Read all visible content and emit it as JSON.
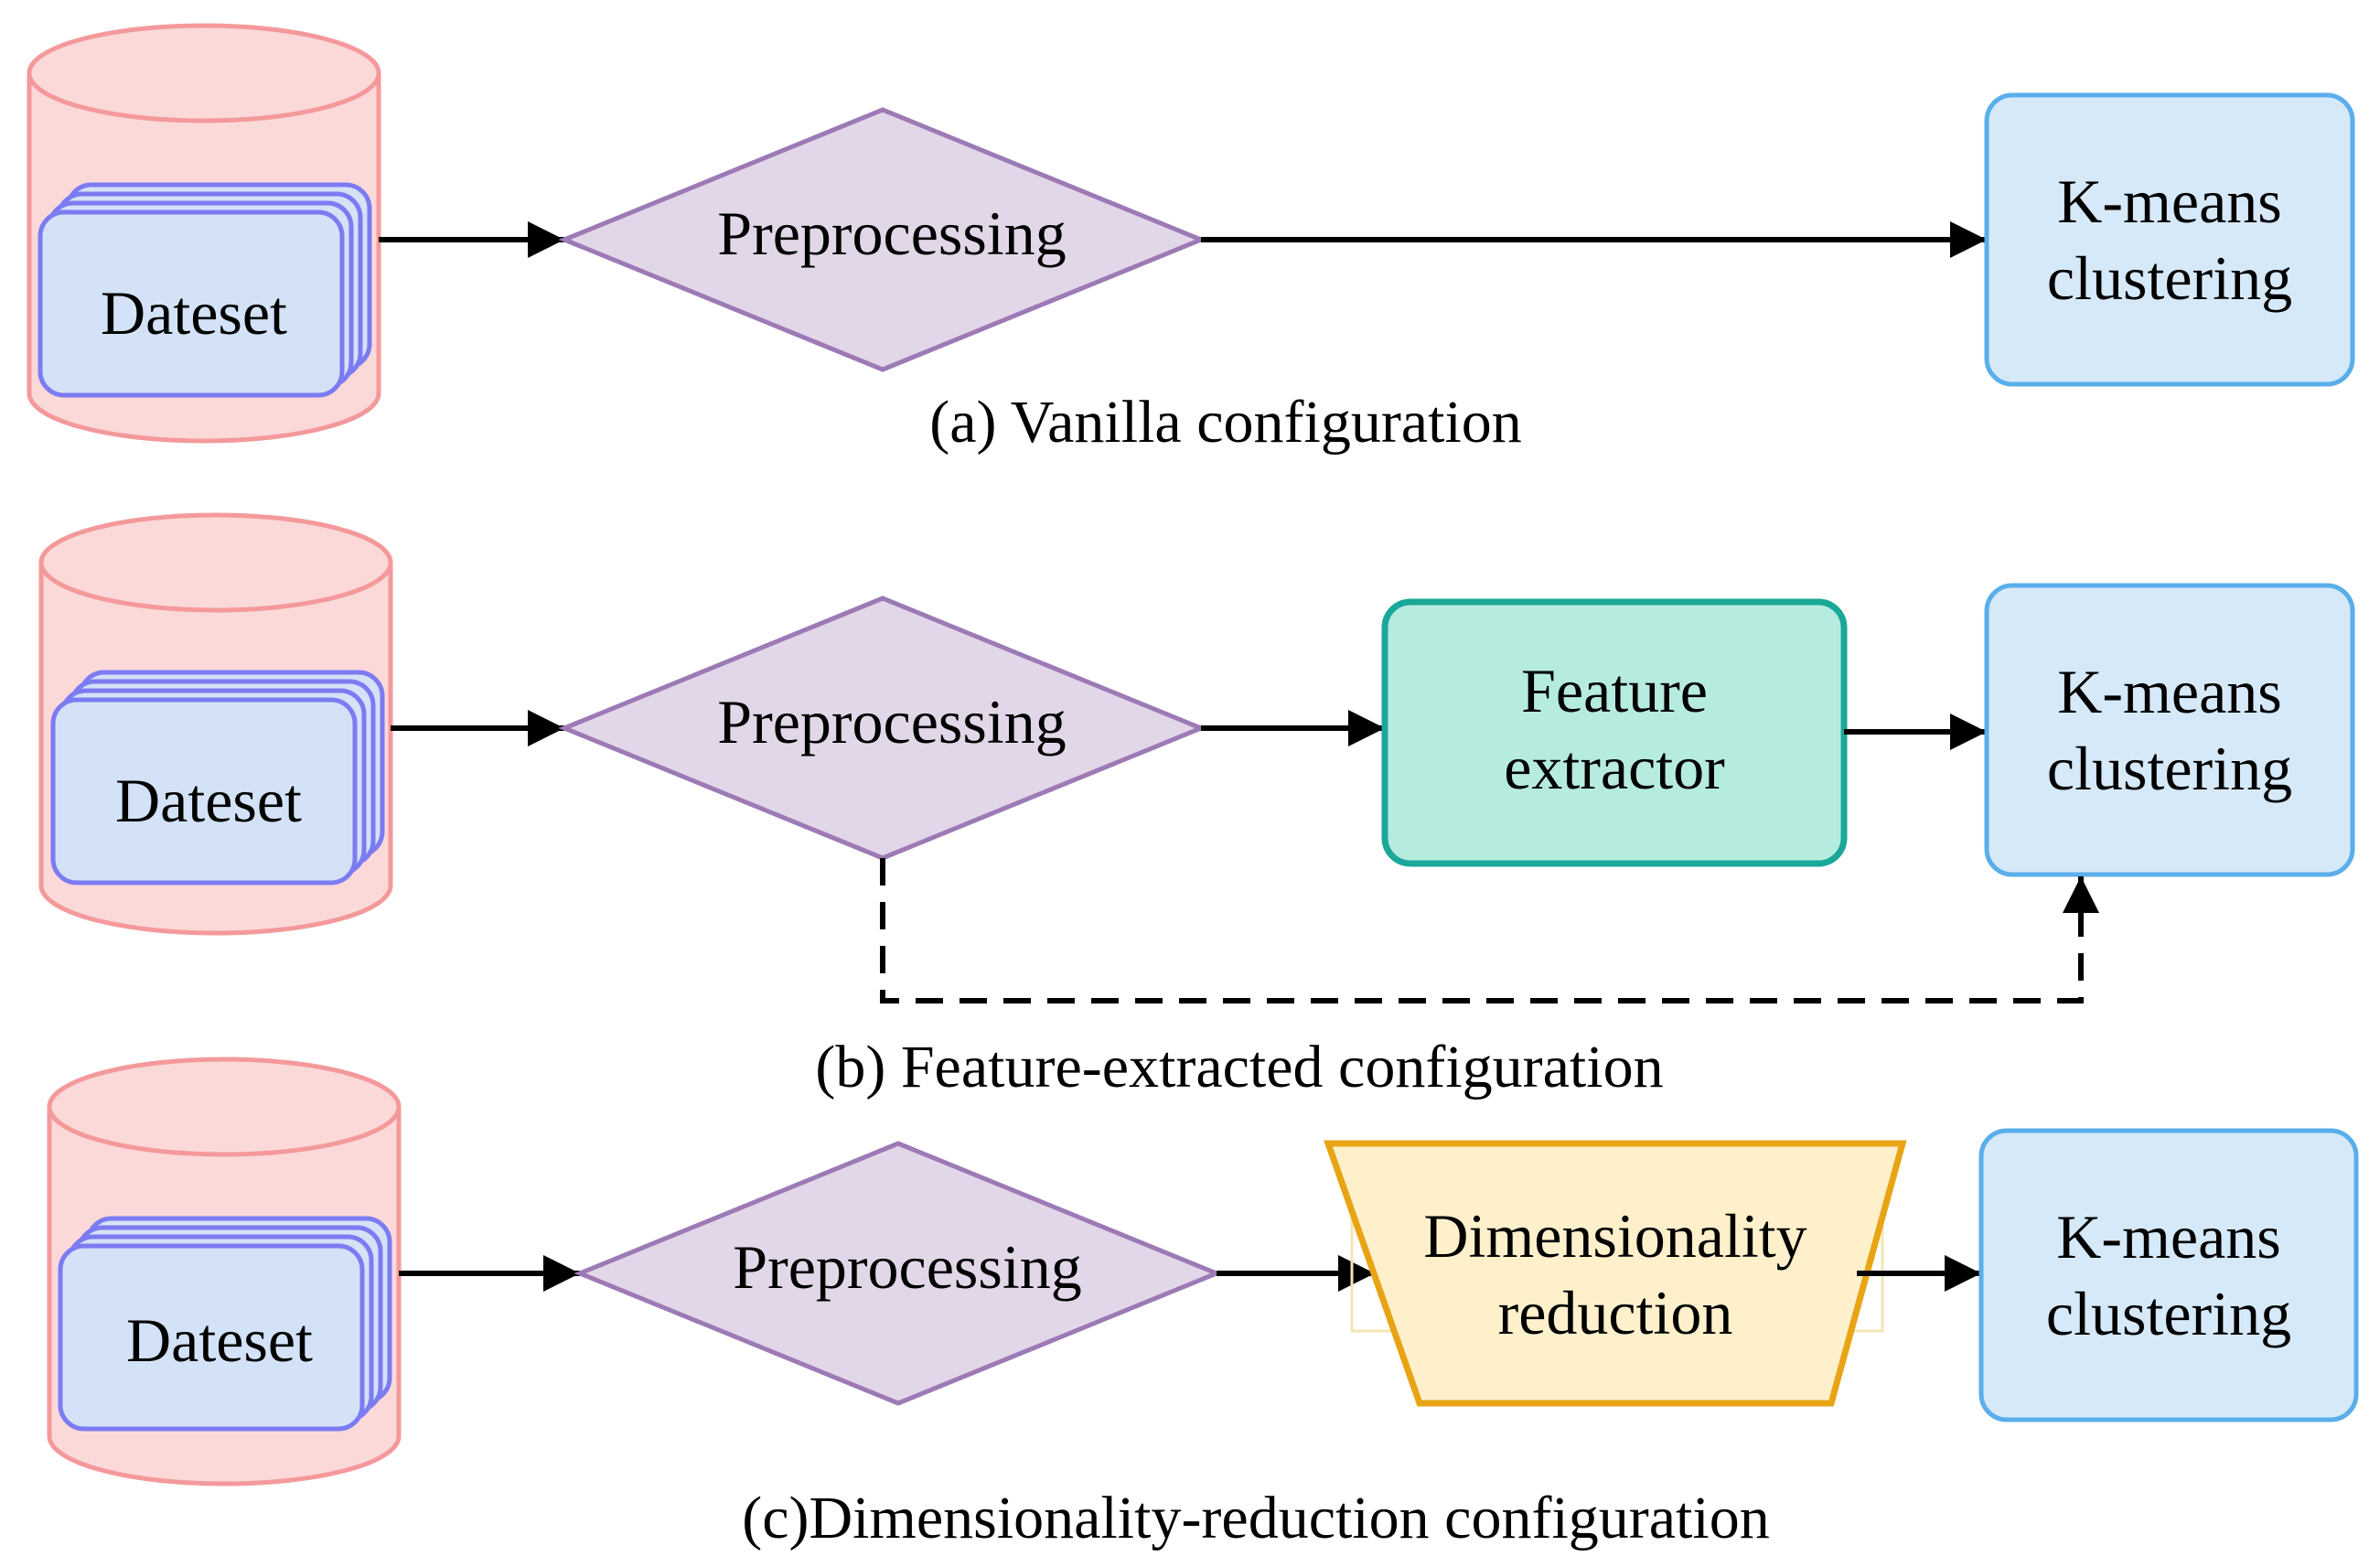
{
  "colors": {
    "cylinder_fill": "#fcd9d9",
    "cylinder_stroke": "#f4999b",
    "stack_fill": "#d3e2f6",
    "stack_stroke": "#7b7bf2",
    "diamond_fill": "#e2d7e8",
    "diamond_stroke": "#9c7ab5",
    "kmeans_fill": "#d6e9f9",
    "kmeans_stroke": "#5aaeea",
    "feature_fill": "#b6ebe0",
    "feature_stroke": "#1aa898",
    "dimred_fill": "#fff0cc",
    "dimred_stroke": "#e8a414",
    "arrow": "#000000"
  },
  "panels": [
    {
      "caption": "(a) Vanilla configuration",
      "dataset_label": "Dateset",
      "preprocessing_label": "Preprocessing",
      "kmeans_label": [
        "K-means",
        "clustering"
      ]
    },
    {
      "caption": "(b) Feature-extracted configuration",
      "dataset_label": "Dateset",
      "preprocessing_label": "Preprocessing",
      "feature_label": [
        "Feature",
        "extractor"
      ],
      "kmeans_label": [
        "K-means",
        "clustering"
      ]
    },
    {
      "caption": "(c)Dimensionality-reduction configuration",
      "dataset_label": "Dateset",
      "preprocessing_label": "Preprocessing",
      "dimred_label": [
        "Dimensionality",
        "reduction"
      ],
      "kmeans_label": [
        "K-means",
        "clustering"
      ]
    }
  ]
}
